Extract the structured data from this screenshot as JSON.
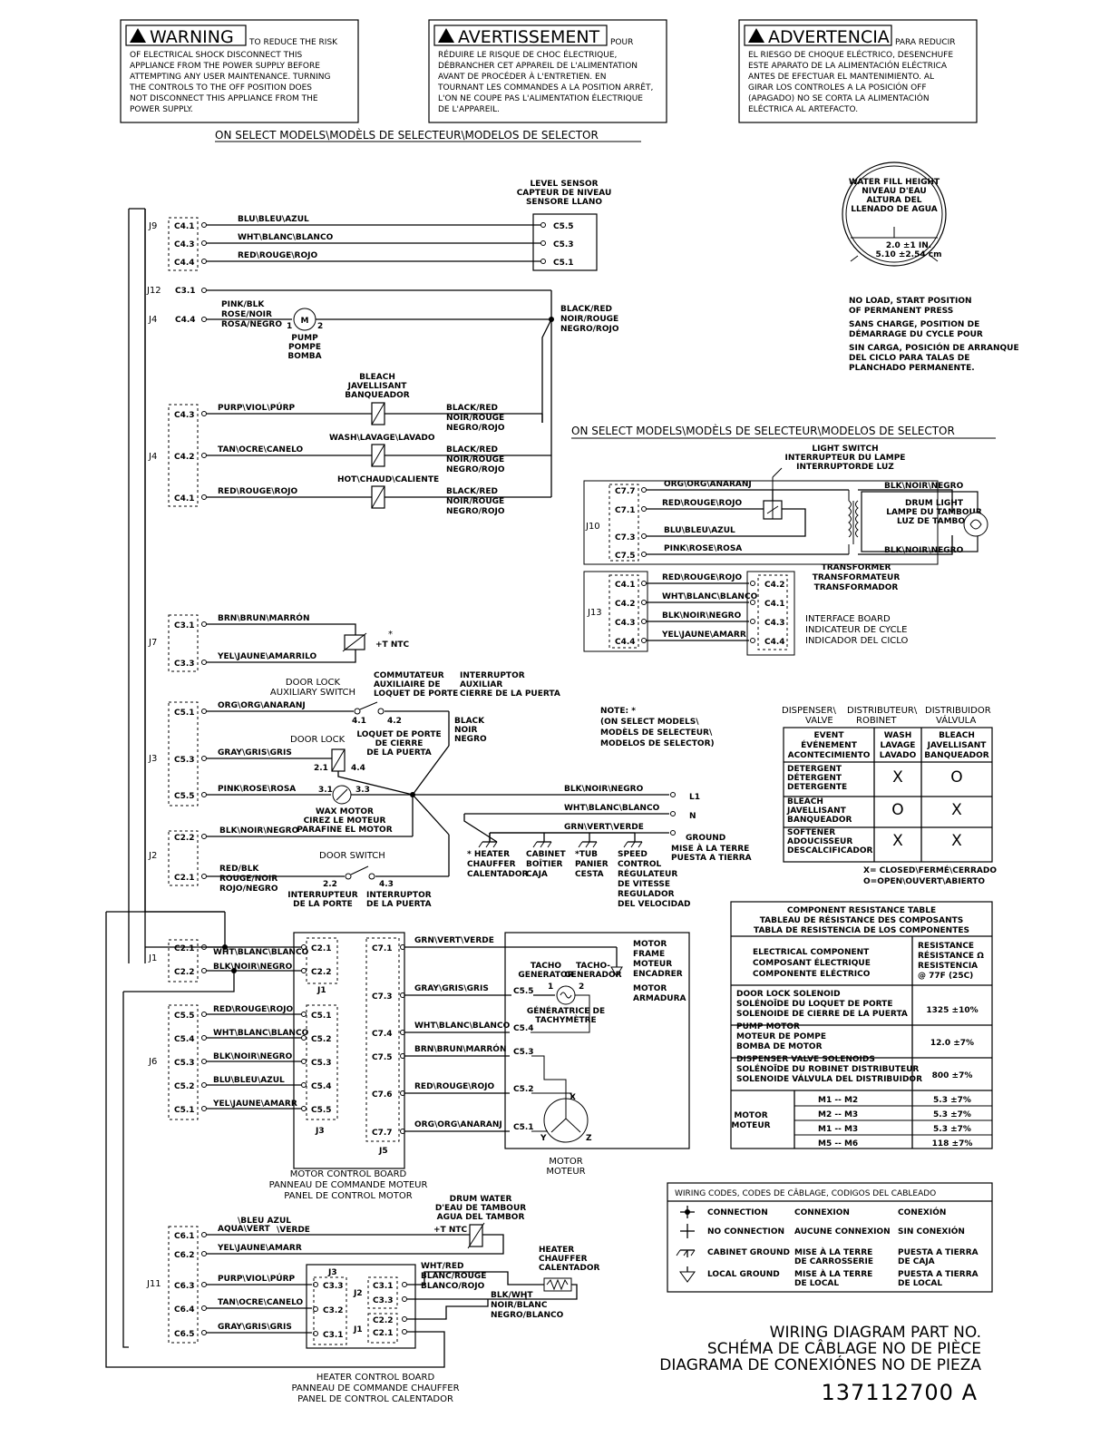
{
  "warnings": [
    {
      "title": "WARNING",
      "lead": "TO REDUCE THE RISK",
      "lines": [
        "OF ELECTRICAL SHOCK DISCONNECT THIS",
        "APPLIANCE FROM THE POWER SUPPLY BEFORE",
        "ATTEMPTING ANY USER MAINTENANCE. TURNING",
        "THE CONTROLS TO THE OFF POSITION DOES",
        "NOT DISCONNECT THIS APPLIANCE FROM THE",
        "POWER SUPPLY."
      ]
    },
    {
      "title": "AVERTISSEMENT",
      "lead": "POUR",
      "lines": [
        "RÉDUIRE LE RISQUE DE CHOC ÉLECTRIQUE,",
        "DÉBRANCHER CET APPAREIL DE L'ALIMENTATION",
        "AVANT DE PROCÉDER À L'ENTRETIEN. EN",
        "TOURNANT LES COMMANDES A LA POSITION ARRÊT,",
        "L'ON NE COUPE PAS L'ALIMENTATION ÉLECTRIQUE",
        "DE L'APPAREIL."
      ]
    },
    {
      "title": "ADVERTENCIA",
      "lead": "PARA REDUCIR",
      "lines": [
        "EL RIESGO DE CHOQUE ELÉCTRICO, DESENCHUFE",
        "ESTE APARATO DE LA ALIMENTACIÓN ELÉCTRICA",
        "ANTES DE EFECTUAR EL MANTENIMIENTO. AL",
        "GIRAR LOS CONTROLES A LA POSICIÓN OFF",
        "(APAGADO) NO SE CORTA LA ALIMENTACIÓN",
        "ELÉCTRICA AL ARTEFACTO."
      ]
    }
  ],
  "select_models": "ON SELECT MODELS\\MODÈLS DE SELECTEUR\\MODELOS DE SELECTOR",
  "select_models_2": "ON SELECT MODELS\\MODÈLS DE SELECTEUR\\MODELOS DE SELECTOR",
  "level_sensor": [
    "LEVEL SENSOR",
    "CAPTEUR DE NIVEAU",
    "SENSORE LLANO"
  ],
  "water_fill": [
    "WATER FILL HEIGHT",
    "NIVEAU D'EAU",
    "ALTURA DEL",
    "LLENADO DE AGUA"
  ],
  "water_fill_dim": [
    "2.0 ±1 IN.",
    "5.10 ±2.54 cm"
  ],
  "noload": [
    "NO LOAD, START POSITION",
    "OF PERMANENT PRESS",
    "SANS CHARGE, POSITION DE",
    "DÉMARRAGE DU CYCLE POUR",
    "SIN CARGA, POSICIÓN DE ARRANQUE",
    "DEL CICLO PARA TALAS DE",
    "PLANCHADO PERMANENTE."
  ],
  "connectors": {
    "J9": "J9",
    "J12": "J12",
    "J4": "J4",
    "J4b": "J4",
    "J7": "J7",
    "J3": "J3",
    "J2": "J2",
    "J1": "J1",
    "J6": "J6",
    "J11": "J11",
    "J10": "J10",
    "J13": "J13"
  },
  "j9_pins": [
    "C4.1",
    "C4.3",
    "C4.4"
  ],
  "j9_wires": [
    "BLU\\BLEU\\AZUL",
    "WHT\\BLANC\\BLANCO",
    "RED\\ROUGE\\ROJO"
  ],
  "ls_pins": [
    "C5.5",
    "C5.3",
    "C5.1"
  ],
  "j12_pin": "C3.1",
  "j4_pin": "C4.4",
  "pump_wire": [
    "PINK/BLK",
    "ROSE/NOIR",
    "ROSA/NEGRO"
  ],
  "pump_label": [
    "PUMP",
    "POMPE",
    "BOMBA"
  ],
  "pump_nums": [
    "1",
    "2"
  ],
  "black_red": [
    "BLACK/RED",
    "NOIR/ROUGE",
    "NEGRO/ROJO"
  ],
  "bleach": [
    "BLEACH",
    "JAVELLISANT",
    "BANQUEADOR"
  ],
  "wash": "WASH\\LAVAGE\\LAVADO",
  "hot": "HOT\\CHAUD\\CALIENTE",
  "j4b_pins": [
    "C4.3",
    "C4.2",
    "C4.1"
  ],
  "j4b_wires": [
    "PURP\\VIOL\\PÚRP",
    "TAN\\OCRE\\CANELO",
    "RED\\ROUGE\\ROJO"
  ],
  "j7_pins": [
    "C3.1",
    "C3.3"
  ],
  "j7_wires": [
    "BRN\\BRUN\\MARRÓN",
    "YEL\\JAUNE\\AMARRILO"
  ],
  "ntc": "+T NTC",
  "star": "*",
  "door_lock_aux": [
    "DOOR LOCK",
    "AUXILIARY SWITCH"
  ],
  "commutateur": [
    "COMMUTATEUR",
    "AUXILIAIRE DE",
    "LOQUET DE PORTE"
  ],
  "interruptor": [
    "INTERRUPTOR",
    "AUXILIAR",
    "CIERRE DE LA PUERTA"
  ],
  "j3_pins": [
    "C5.1",
    "C5.3",
    "C5.5"
  ],
  "j3_wires": [
    "ORG\\ORG\\ANARANJ",
    "GRAY\\GRIS\\GRIS",
    "PINK\\ROSE\\ROSA"
  ],
  "sw_nums": [
    "4.1",
    "4.2",
    "2.1",
    "4.4",
    "3.1",
    "3.3",
    "2.2",
    "4.3"
  ],
  "door_lock": "DOOR LOCK",
  "loquet": [
    "LOQUET DE PORTE",
    "DE CIERRE",
    "DE LA PUERTA"
  ],
  "black_noir": [
    "BLACK",
    "NOIR",
    "NEGRO"
  ],
  "wax": [
    "WAX MOTOR",
    "CIREZ LE MOTEUR",
    "PARAFINE EL MOTOR"
  ],
  "j2_pins": [
    "C2.2",
    "C2.1"
  ],
  "j2_wire_top": "BLK\\NOIR\\NEGRO",
  "j2_wire_bot": [
    "RED/BLK",
    "ROUGE/NOIR",
    "ROJO/NEGRO"
  ],
  "door_switch": "DOOR SWITCH",
  "int_porte": [
    "INTERRUPTEUR",
    "DE LA PORTE"
  ],
  "int_puerta": [
    "INTERRUPTOR",
    "DE LA PUERTA"
  ],
  "power_lines": [
    "BLK\\NOIR\\NEGRO",
    "WHT\\BLANC\\BLANCO",
    "GRN\\VERT\\VERDE"
  ],
  "power_ends": [
    "L1",
    "N",
    "GROUND"
  ],
  "ground_label": [
    "MISE À LA TERRE",
    "PUESTA A TIERRA"
  ],
  "grounds": [
    [
      "* HEATER",
      "CHAUFFER",
      "CALENTADOR"
    ],
    [
      "CABINET",
      "BOÎTIER",
      "CAJA"
    ],
    [
      "*TUB",
      "PANIER",
      "CESTA"
    ],
    [
      "SPEED",
      "CONTROL",
      "RÉGULATEUR",
      "DE VITESSE",
      "REGULADOR",
      "DEL VELOCIDAD"
    ]
  ],
  "note": [
    "NOTE:  *",
    "(ON SELECT MODELS\\",
    "MODÈLS DE SELECTEUR\\",
    "MODELOS DE SELECTOR)"
  ],
  "j1_pins": [
    "C2.1",
    "C2.2"
  ],
  "j1_wires": [
    "WHT\\BLANC\\BLANCO",
    "BLK\\NOIR\\NEGRO"
  ],
  "j6_pins": [
    "C5.5",
    "C5.4",
    "C5.3",
    "C5.2",
    "C5.1"
  ],
  "j6_wires": [
    "RED\\ROUGE\\ROJO",
    "WHT\\BLANC\\BLANCO",
    "BLK\\NOIR\\NEGRO",
    "BLU\\BLEU\\AZUL",
    "YEL\\JAUNE\\AMARR"
  ],
  "mcb_j1_pins": [
    "C2.1",
    "C2.2"
  ],
  "mcb_j1": "J1",
  "mcb_j3_pins": [
    "C5.1",
    "C5.2",
    "C5.3",
    "C5.4",
    "C5.5"
  ],
  "mcb_j3": "J3",
  "mcb_j5_pins": [
    "C7.1",
    "C7.3",
    "C7.4",
    "C7.5",
    "C7.6",
    "C7.7"
  ],
  "mcb_j5": "J5",
  "mcb_wires": [
    "GRN\\VERT\\VERDE",
    "GRAY\\GRIS\\GRIS",
    "WHT\\BLANC\\BLANCO",
    "BRN\\BRUN\\MARRÓN",
    "RED\\ROUGE\\ROJO",
    "ORG\\ORG\\ANARANJ"
  ],
  "motor_pins": [
    "C5.5",
    "C5.4",
    "C5.3",
    "C5.2",
    "C5.1"
  ],
  "motor_control": [
    "MOTOR CONTROL BOARD",
    "PANNEAU DE COMMANDE MOTEUR",
    "PANEL DE CONTROL MOTOR"
  ],
  "motor_frame": [
    "MOTOR",
    "FRAME",
    "MOTEUR",
    "ENCADRER"
  ],
  "motor_arm": [
    "MOTOR",
    "ARMADURA"
  ],
  "tacho": [
    "TACHO",
    "GENERATOR"
  ],
  "tacho2": [
    "TACHO-",
    "GENERADOR"
  ],
  "tacho_fr": [
    "GÉNÉRATRICE DE",
    "TACHYMÈTRE"
  ],
  "tacho_nums": [
    "1",
    "2"
  ],
  "motor_xyz": [
    "X",
    "Y",
    "Z"
  ],
  "motor_label": [
    "MOTOR",
    "MOTEUR"
  ],
  "drum_water": [
    "DRUM WATER",
    "D'EAU DE TAMBOUR",
    "AGUA DEL TAMBOR"
  ],
  "j11_pins": [
    "C6.1",
    "C6.2",
    "C6.3",
    "C6.4",
    "C6.5"
  ],
  "j11_wires": [
    "AQUA\\VERT",
    "YEL\\JAUNE\\AMARR",
    "PURP\\VIOL\\PÚRP",
    "TAN\\OCRE\\CANELO",
    "GRAY\\GRIS\\GRIS"
  ],
  "aqua_top": "\\BLEU   AZUL",
  "aqua_tail": "\\VERDE",
  "hcb_j3": "J3",
  "hcb_j3_pins": [
    "C3.3",
    "C3.2",
    "C3.1"
  ],
  "hcb_j2": "J2",
  "hcb_j2_pins": [
    "C3.1",
    "C3.3"
  ],
  "hcb_j1": "J1",
  "hcb_j1_pins": [
    "C2.2",
    "C2.1"
  ],
  "wht_red": [
    "WHT/RED",
    "BLANC/ROUGE",
    "BLANCO/ROJO"
  ],
  "blk_wht": [
    "BLK/WHT",
    "NOIR/BLANC",
    "NEGRO/BLANCO"
  ],
  "heater": [
    "HEATER",
    "CHAUFFER",
    "CALENTADOR"
  ],
  "heater_board": [
    "HEATER CONTROL BOARD",
    "PANNEAU DE COMMANDE CHAUFFER",
    "PANEL DE CONTROL CALENTADOR"
  ],
  "light_switch": [
    "LIGHT SWITCH",
    "INTERRUPTEUR DU LAMPE",
    "INTERRUPTORDE LUZ"
  ],
  "j10_pins": [
    "C7.7",
    "C7.1",
    "C7.3",
    "C7.5"
  ],
  "j10_wires": [
    "ORG\\ORG\\ANARANJ",
    "RED\\ROUGE\\ROJO",
    "BLU\\BLEU\\AZUL",
    "PINK\\ROSE\\ROSA"
  ],
  "blk_noir": "BLK\\NOIR\\NEGRO",
  "drum_light": [
    "DRUM LIGHT",
    "LAMPE DU TAMBOUR",
    "LUZ DE TAMBOR"
  ],
  "transformer": [
    "TRANSFORMER",
    "TRANSFORMATEUR",
    "TRANSFORMADOR"
  ],
  "j13_pins": [
    "C4.1",
    "C4.2",
    "C4.3",
    "C4.4"
  ],
  "j13_wires": [
    "RED\\ROUGE\\ROJO",
    "WHT\\BLANC\\BLANCO",
    "BLK\\NOIR\\NEGRO",
    "YEL\\JAUNE\\AMARR"
  ],
  "ib_pins": [
    "C4.2",
    "C4.1",
    "C4.3",
    "C4.4"
  ],
  "interface": [
    "INTERFACE BOARD",
    "INDICATEUR DE CYCLE",
    "INDICADOR DEL CICLO"
  ],
  "dispenser_head": [
    "DISPENSER\\",
    "VALVE",
    "DISTRIBUTEUR\\",
    "ROBINET",
    "DISTRIBUIDOR",
    "VÁLVULA"
  ],
  "dispenser_table": {
    "head": [
      [
        "EVENT",
        "ÉVÉNEMENT",
        "ACONTECIMIENTO"
      ],
      [
        "WASH",
        "LAVAGE",
        "LAVADO"
      ],
      [
        "BLEACH",
        "JAVELLISANT",
        "BANQUEADOR"
      ]
    ],
    "rows": [
      {
        "event": [
          "DETERGENT",
          "DÉTERGENT",
          "DETERGENTE"
        ],
        "wash": "X",
        "bleach": "O"
      },
      {
        "event": [
          "BLEACH",
          "JAVELLISANT",
          "BANQUEADOR"
        ],
        "wash": "O",
        "bleach": "X"
      },
      {
        "event": [
          "SOFTENER",
          "ADOUCISSEUR",
          "DESCALCIFICADOR"
        ],
        "wash": "X",
        "bleach": "X"
      }
    ],
    "legend": [
      "X= CLOSED\\FERMÉ\\CERRADO",
      "O=OPEN\\OUVERT\\ABIERTO"
    ]
  },
  "resistance_table": {
    "title": [
      "COMPONENT RESISTANCE TABLE",
      "TABLEAU DE RÉSISTANCE DES COMPOSANTS",
      "TABLA DE RESISTENCIA DE LOS COMPONENTES"
    ],
    "col1": [
      "ELECTRICAL COMPONENT",
      "COMPOSANT ÉLECTRIQUE",
      "COMPONENTE ELÉCTRICO"
    ],
    "col2": [
      "RESISTANCE",
      "RÉSISTANCE  Ω",
      "RESISTENCIA",
      "@ 77F  (25C)"
    ],
    "rows": [
      {
        "label": [
          "DOOR LOCK SOLENOID",
          "SOLÉNOÏDE DU LOQUET DE PORTE",
          "SOLENOIDE DE CIERRE DE LA PUERTA"
        ],
        "value": "1325 ±10%"
      },
      {
        "label": [
          "PUMP MOTOR",
          "MOTEUR DE POMPE",
          "BOMBA DE MOTOR"
        ],
        "value": "12.0 ±7%"
      },
      {
        "label": [
          "DISPENSER VALVE SOLENOIDS",
          "SOLÉNOÏDE DU ROBINET DISTRIBUTEUR",
          "SOLENOIDE VÁLVULA DEL DISTRIBUIDOR"
        ],
        "value": "800 ±7%"
      }
    ],
    "motor_label": [
      "MOTOR",
      "MOTEUR"
    ],
    "motor_rows": [
      {
        "pair": "M1  --  M2",
        "value": "5.3 ±7%"
      },
      {
        "pair": "M2  --  M3",
        "value": "5.3 ±7%"
      },
      {
        "pair": "M1  --  M3",
        "value": "5.3 ±7%"
      },
      {
        "pair": "M5  --  M6",
        "value": "118 ±7%"
      }
    ]
  },
  "wiring_codes": {
    "title": "WIRING CODES,   CODES DE CÂBLAGE,   CODIGOS DEL CABLEADO",
    "rows": [
      [
        "CONNECTION",
        "CONNEXION",
        "CONEXIÓN"
      ],
      [
        "NO CONNECTION",
        "AUCUNE CONNEXION",
        "SIN CONEXIÓN"
      ],
      [
        "CABINET GROUND",
        "MISE À LA TERRE|DE CARROSSERIE",
        "PUESTA A TIERRA|DE CAJA"
      ],
      [
        "LOCAL GROUND",
        "MISE À LA TERRE|DE LOCAL",
        "PUESTA A TIERRA|DE LOCAL"
      ]
    ]
  },
  "part_number": {
    "lines": [
      "WIRING DIAGRAM PART NO.",
      "SCHÉMA DE CÂBLAGE NO DE PIÈCE",
      "DIAGRAMA DE CONEXIÓNES NO DE PIEZA"
    ],
    "number": "137112700  A"
  }
}
